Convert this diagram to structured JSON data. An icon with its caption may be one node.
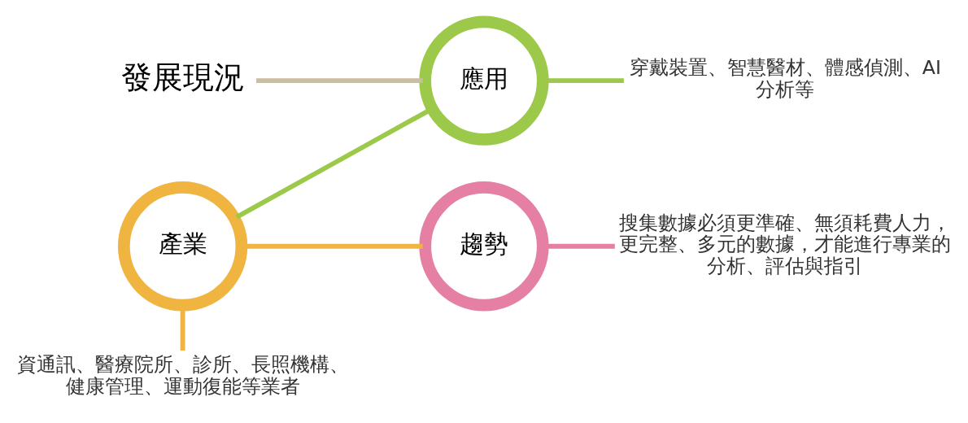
{
  "diagram": {
    "nodes": [
      {
        "text": [
          "發展現況"
        ]
      },
      {
        "text": [
          "應用"
        ]
      },
      {
        "text": [
          "穿戴裝置、智慧醫材、體感偵測、AI分析等"
        ]
      },
      {
        "text": [
          "產業"
        ]
      },
      {
        "text": [
          "資通訊、醫療院所、診所、長照機構、健康管理、運動復能等業者"
        ]
      },
      {
        "text": [
          "趨勢"
        ]
      },
      {
        "text": [
          "搜集數據必須更準確、無須耗費人力，更完整、多元的數據，才能進行專業的分析、評估與指引"
        ]
      }
    ],
    "edges": [
      {
        "from": 0,
        "to": 1,
        "arrow": "none",
        "color": "#c9bea0"
      },
      {
        "from": 1,
        "to": 2,
        "arrow": "none",
        "color": "#9cc94a"
      },
      {
        "from": 1,
        "to": 3,
        "arrow": "none",
        "color": "#9cc94a"
      },
      {
        "from": 3,
        "to": 4,
        "arrow": "none",
        "color": "#f0b440"
      },
      {
        "from": 3,
        "to": 5,
        "arrow": "none",
        "color": "#f0b440"
      },
      {
        "from": 5,
        "to": 6,
        "arrow": "none",
        "color": "#e57fa3"
      }
    ]
  }
}
